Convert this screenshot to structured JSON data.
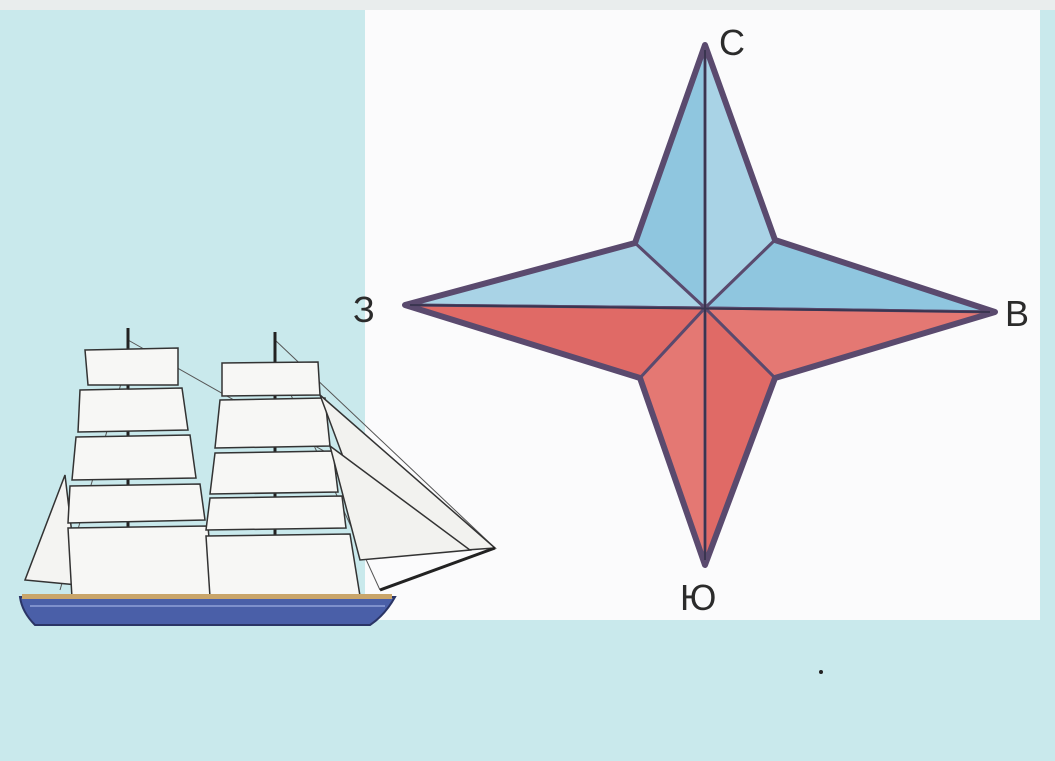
{
  "compass": {
    "north_label": "С",
    "east_label": "В",
    "south_label": "Ю",
    "west_label": "З"
  },
  "colors": {
    "background_blue": "#c9e9ec",
    "panel_white": "#fbfbfc",
    "north_half": "#8fc6df",
    "south_half": "#e06a66",
    "outline": "#5a4a6e",
    "ship_hull": "#4a5fa8"
  }
}
